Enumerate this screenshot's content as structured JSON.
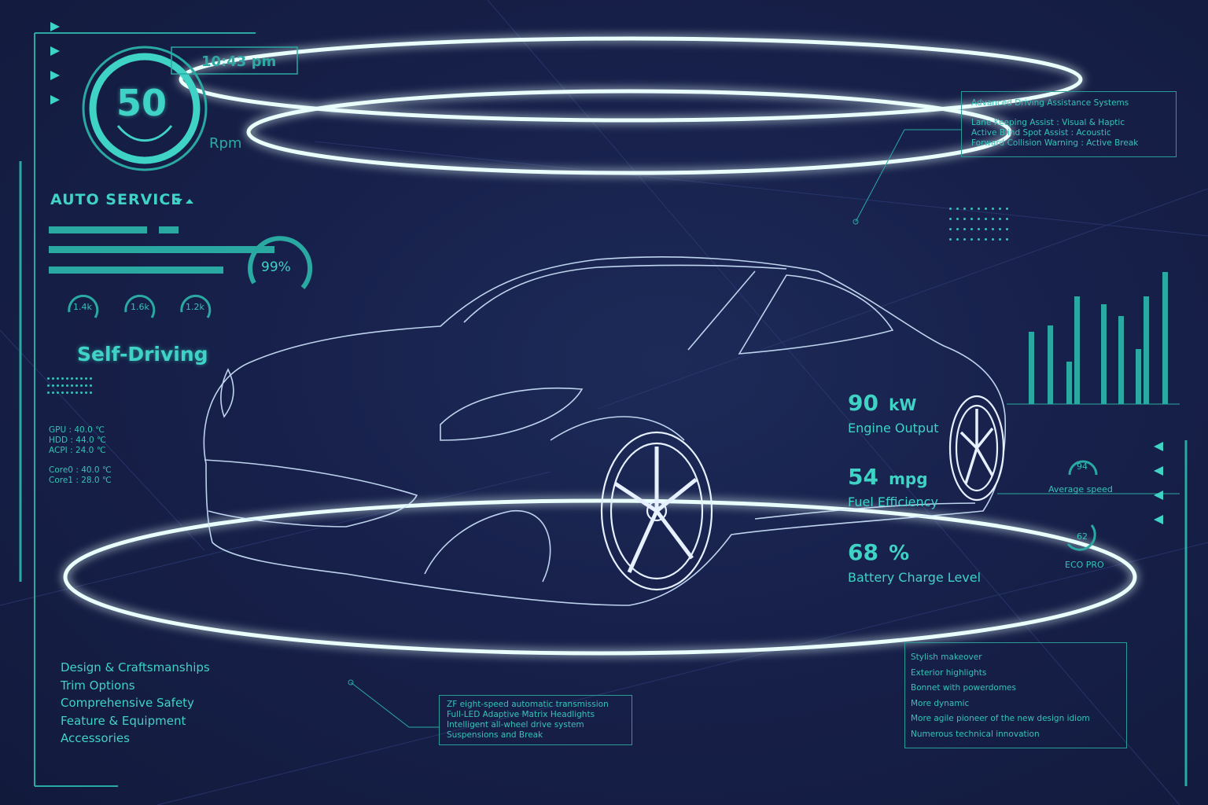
{
  "speed": {
    "value": "50",
    "unit": "Rpm",
    "time": "10:43 pm"
  },
  "auto_service": {
    "title": "AUTO SERVICE",
    "percent": "99%",
    "percent_value": 0.99
  },
  "gauges": [
    {
      "label": "1.4k"
    },
    {
      "label": "1.6k"
    },
    {
      "label": "1.2k"
    }
  ],
  "self_driving": "Self-Driving",
  "temps": [
    "GPU : 40.0 ℃",
    "HDD : 44.0 ℃",
    "ACPI : 24.0 ℃",
    "Core0 : 40.0 ℃",
    "Core1 : 28.0 ℃"
  ],
  "menu": [
    "Design & Craftsmanships",
    "Trim Options",
    "Comprehensive Safety",
    "Feature & Equipment",
    "Accessories"
  ],
  "adas": {
    "title": "Advanced Driving Assistance Systems",
    "lines": [
      "Lane Keeping Assist : Visual & Haptic",
      "Active Blind Spot Assist : Acoustic",
      "Forward Collision Warning : Active Break"
    ]
  },
  "stats": [
    {
      "value": "90",
      "unit": "kW",
      "label": "Engine Output"
    },
    {
      "value": "54",
      "unit": "mpg",
      "label": "Fuel Efficiency"
    },
    {
      "value": "68",
      "unit": "%",
      "label": "Battery Charge Level"
    }
  ],
  "average_speed": {
    "value": "94",
    "label": "Average speed"
  },
  "eco_pro": {
    "value": "62",
    "label": "ECO PRO"
  },
  "transmission": [
    "ZF eight-speed automatic transmission",
    "Full-LED Adaptive Matrix Headlights",
    "Intelligent all-wheel drive system",
    "Suspensions and Break"
  ],
  "makeover": [
    "Stylish makeover",
    "Exterior highlights",
    "Bonnet with powerdomes",
    "More dynamic",
    "More agile pioneer of the new design idiom",
    "Numerous technical innovation"
  ],
  "colors": {
    "accent": "#3fd3c6",
    "background": "#17204a",
    "ring": "#e8fffb"
  }
}
